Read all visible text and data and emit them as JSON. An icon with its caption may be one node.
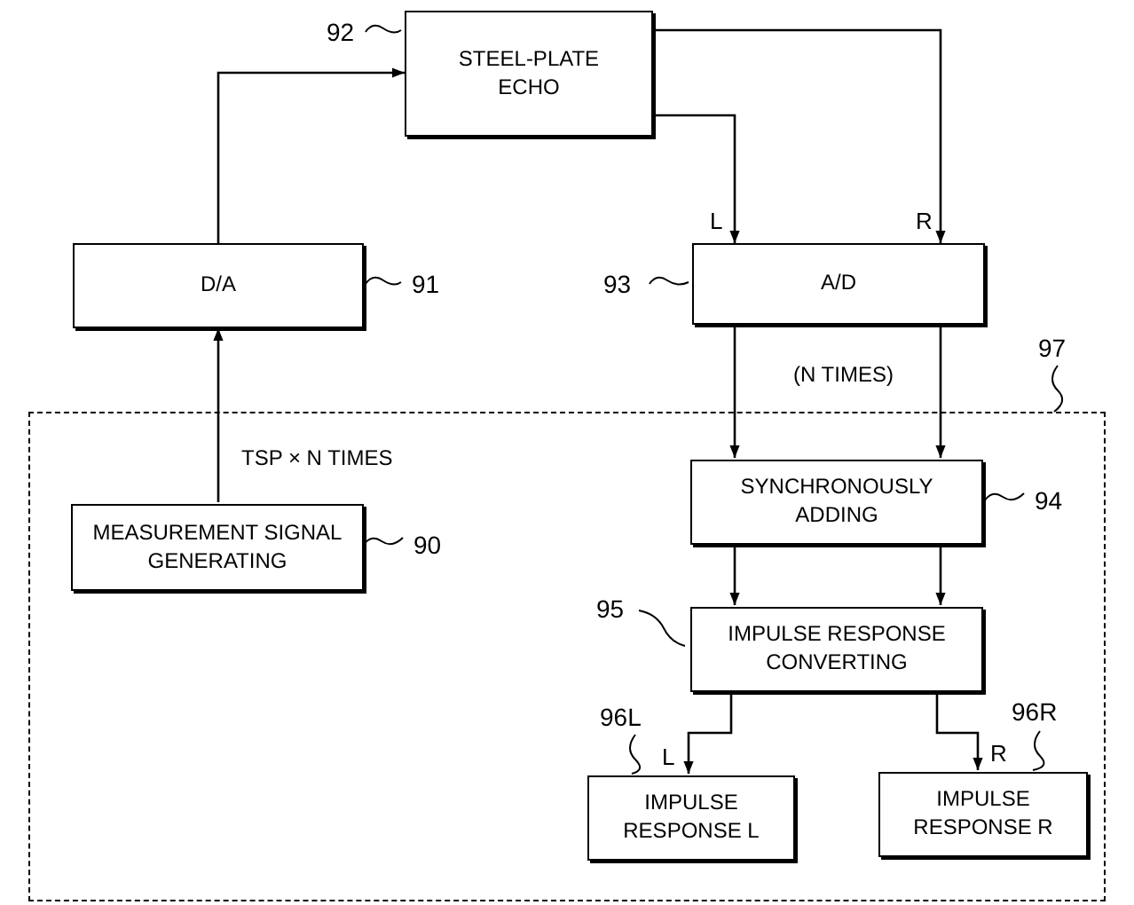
{
  "diagram": {
    "nodes": [
      {
        "text": [
          "STEEL-PLATE ECHO"
        ],
        "beside": [
          "92"
        ]
      },
      {
        "text": [
          "D/A"
        ],
        "beside": [
          "91"
        ]
      },
      {
        "text": [
          "A/D"
        ],
        "beside": [
          "93"
        ]
      },
      {
        "text": [],
        "shape": "box",
        "beside": [
          "97"
        ]
      },
      {
        "text": [
          "MEASUREMENT SIGNAL GENERATING"
        ],
        "beside": [
          "90"
        ],
        "in": 3
      },
      {
        "text": [
          "SYNCHRONOUSLY ADDING"
        ],
        "beside": [
          "94"
        ],
        "in": 3
      },
      {
        "text": [
          "IMPULSE RESPONSE CONVERTING"
        ],
        "beside": [
          "95"
        ],
        "in": 3
      },
      {
        "text": [
          "IMPULSE RESPONSE L"
        ],
        "beside": [
          "96L"
        ],
        "in": 3
      },
      {
        "text": [
          "IMPULSE RESPONSE R"
        ],
        "beside": [
          "96R"
        ],
        "in": 3
      }
    ],
    "edges": [
      {
        "from": 4,
        "to": 1,
        "arrow": "to",
        "label": "TSP × N TIMES"
      },
      {
        "from": 1,
        "to": 0,
        "arrow": "to"
      },
      {
        "from": 0,
        "to": 2,
        "arrow": "to",
        "label": "L"
      },
      {
        "from": 0,
        "to": 2,
        "arrow": "to",
        "label": "R"
      },
      {
        "from": 2,
        "to": 5,
        "arrow": "to"
      },
      {
        "from": 2,
        "to": 5,
        "arrow": "to"
      },
      {
        "from": 5,
        "to": 6,
        "arrow": "to"
      },
      {
        "from": 5,
        "to": 6,
        "arrow": "to"
      },
      {
        "from": 6,
        "to": 7,
        "arrow": "to",
        "label": "L"
      },
      {
        "from": 6,
        "to": 8,
        "arrow": "to",
        "label": "R"
      }
    ],
    "labels": [
      "(N TIMES)"
    ]
  }
}
